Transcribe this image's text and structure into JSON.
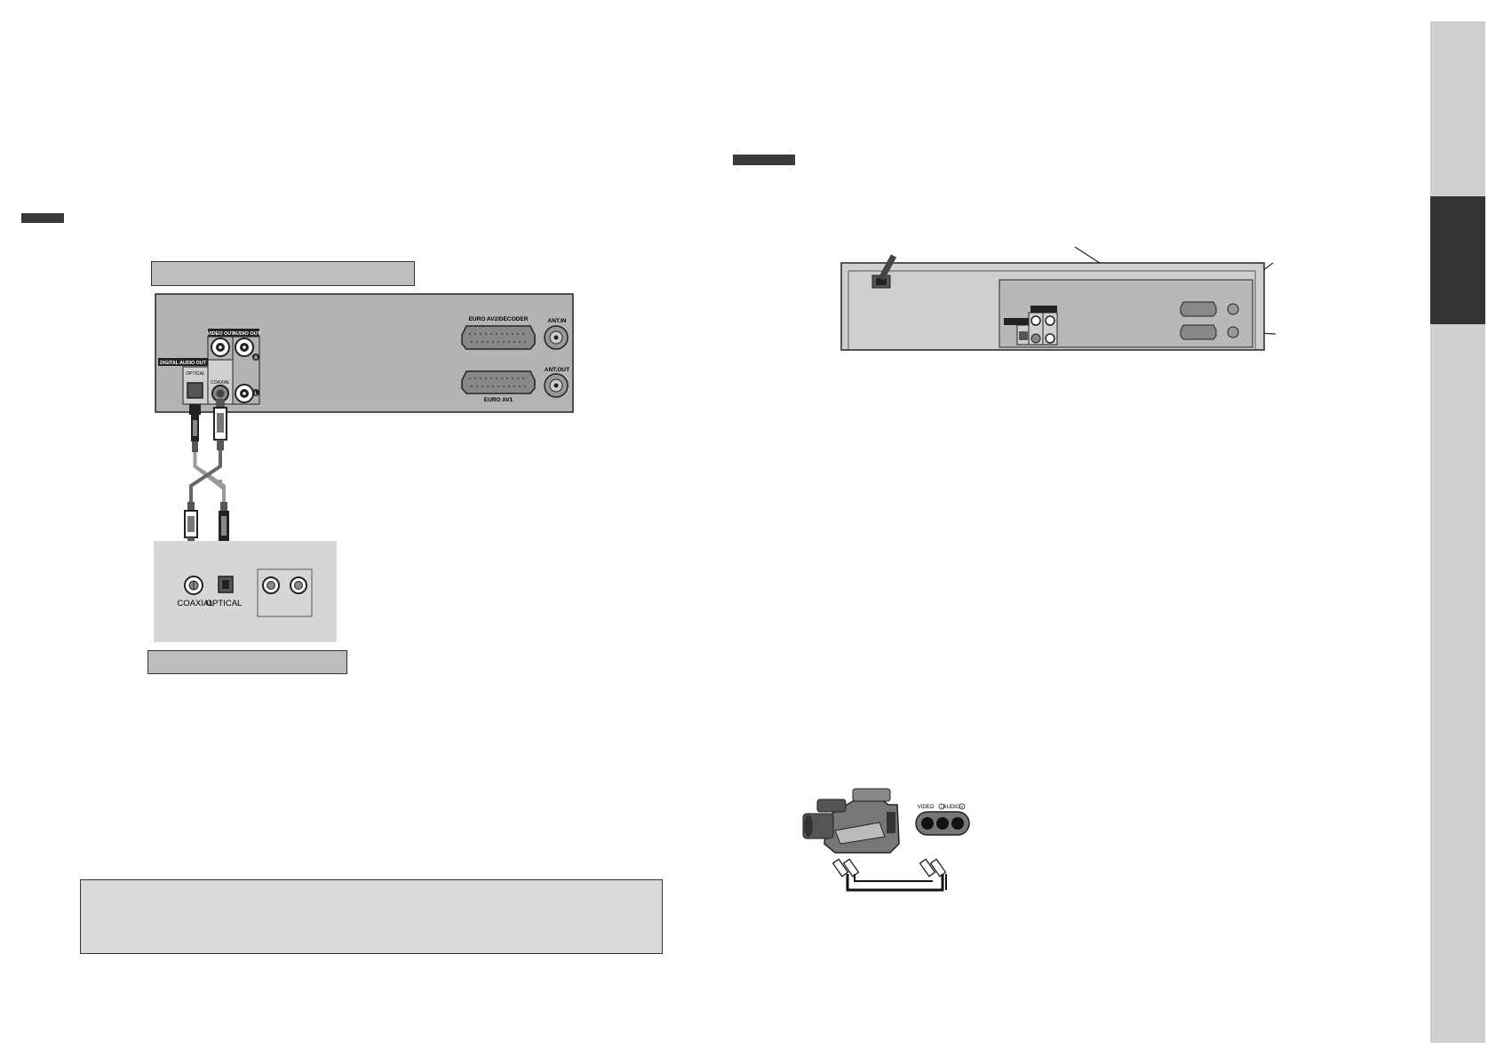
{
  "colors": {
    "panel": "#b3b3b3",
    "panel_dark": "#3a3a3a",
    "light_panel": "#d6d6d6",
    "side_strip": "#cfcfcf",
    "side_tab": "#333333"
  },
  "left_diagram": {
    "rear_panel": {
      "euro_av2_label": "EURO AV2/DECODER",
      "ant_in_label": "ANT.IN",
      "ant_out_label": "ANT.OUT",
      "euro_av1_label": "EURO AV1",
      "video_out_label": "VIDEO OUT",
      "audio_out_label": "AUDIO OUT",
      "digital_audio_out_label": "DIGITAL AUDIO OUT",
      "optical_label": "OPTICAL",
      "coaxial_label": "COAXIAL",
      "audio_r_mark": "R",
      "audio_l_mark": "L"
    },
    "amplifier": {
      "coaxial_label": "COAXIAL",
      "optical_label": "OPTICAL"
    }
  },
  "right_diagram": {
    "camcorder_jacks": {
      "video_label": "VIDEO",
      "audio_label": "AUDIO",
      "audio_l_mark": "L",
      "audio_r_mark": "R"
    }
  }
}
